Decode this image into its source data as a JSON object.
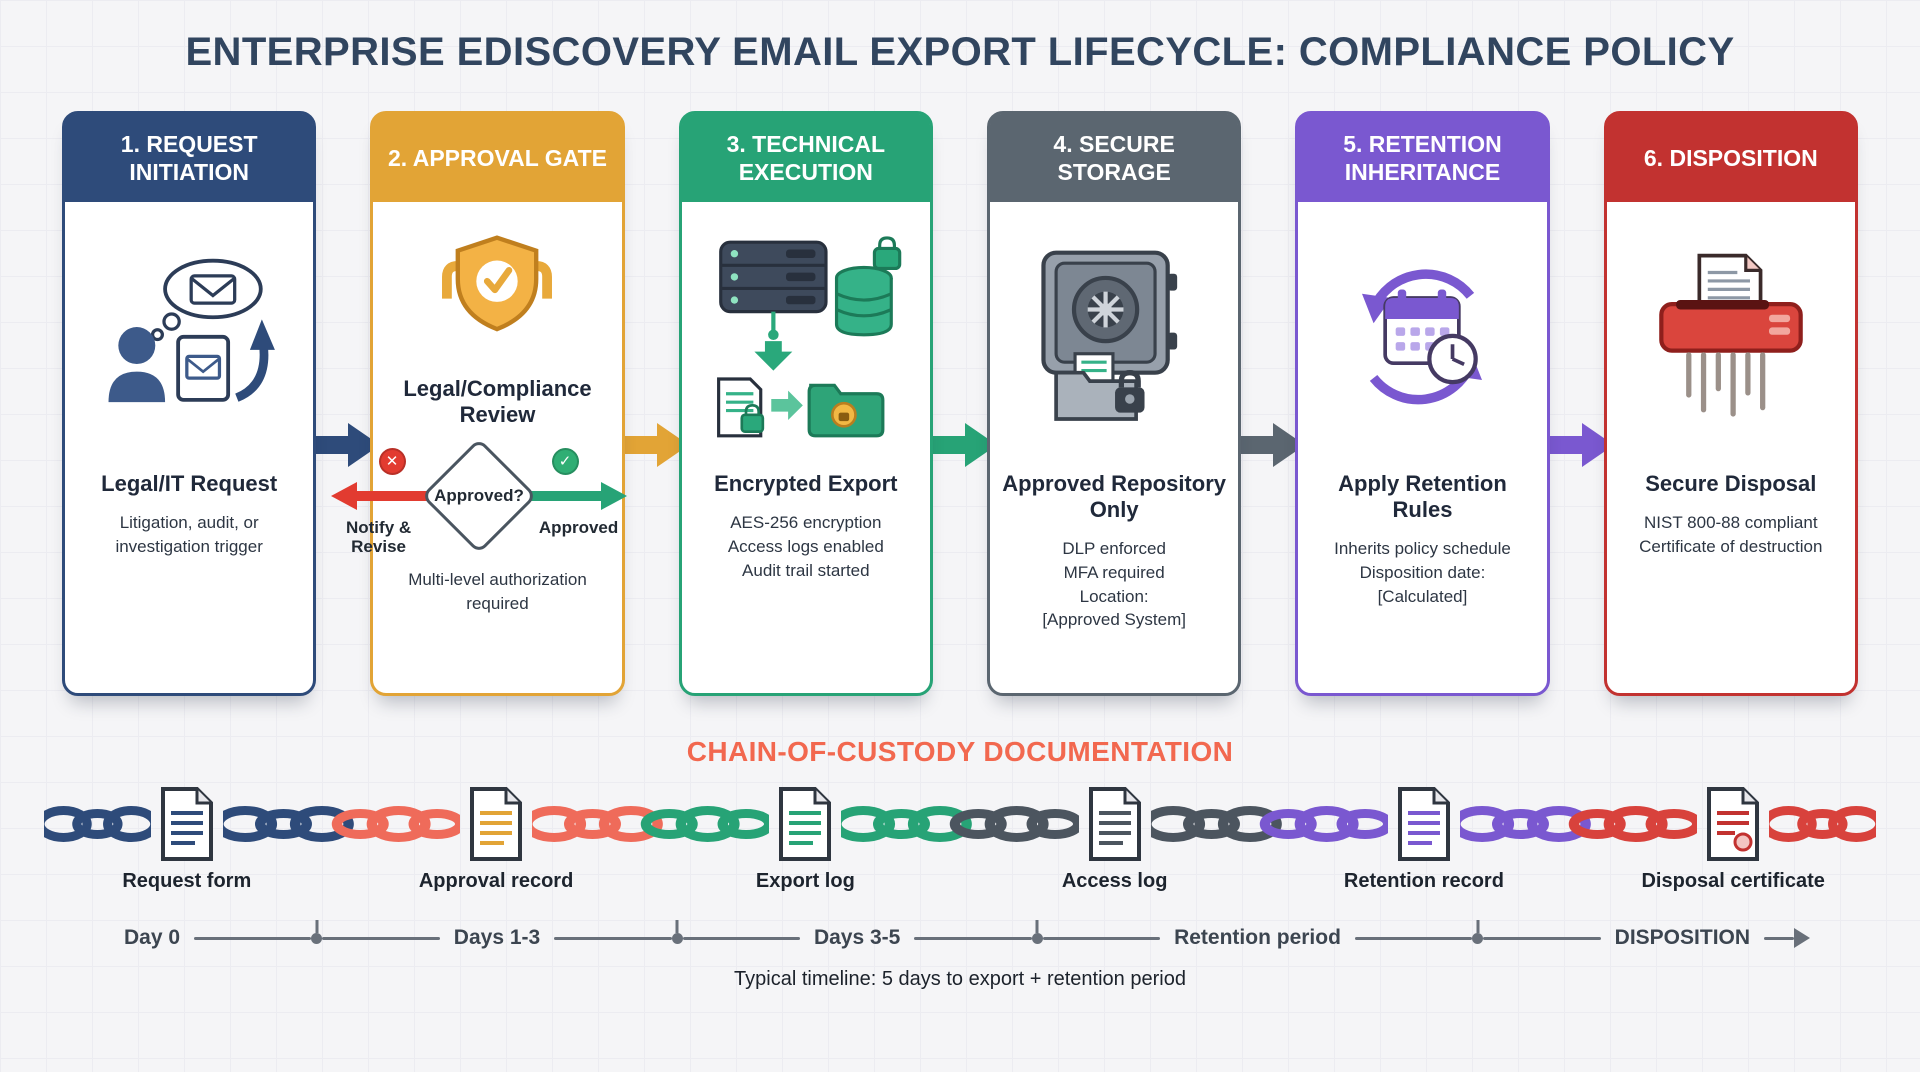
{
  "title": "ENTERPRISE EDISCOVERY EMAIL EXPORT LIFECYCLE: COMPLIANCE POLICY",
  "palette": {
    "background": "#f5f5f7",
    "title": "#31455f",
    "chain_title": "#f2684f",
    "timeline": "#69707a",
    "reject": "#e23b30",
    "approve": "#2fae74"
  },
  "icons": {
    "reject": "✕",
    "approve": "✓"
  },
  "stages": [
    {
      "header": "1. REQUEST INITIATION",
      "color": "#2e4b7a",
      "icon": "person-email-request-icon",
      "subtitle": "Legal/IT Request",
      "details": [
        "Litigation, audit, or investigation trigger"
      ]
    },
    {
      "header": "2. APPROVAL GATE",
      "color": "#e2a436",
      "icon": "shield-check-icon",
      "subtitle": "Legal/Compliance Review",
      "decision": {
        "question": "Approved?",
        "reject_label": "Notify & Revise",
        "approve_label": "Approved"
      },
      "details": [
        "Multi-level authorization required"
      ]
    },
    {
      "header": "3. TECHNICAL EXECUTION",
      "color": "#27a376",
      "icon": "server-encrypted-export-icon",
      "subtitle": "Encrypted Export",
      "details": [
        "AES-256 encryption",
        "Access logs enabled",
        "Audit trail started"
      ]
    },
    {
      "header": "4. SECURE STORAGE",
      "color": "#5b6670",
      "icon": "vault-icon",
      "subtitle": "Approved Repository Only",
      "details": [
        "DLP enforced",
        "MFA required",
        "Location:",
        "[Approved System]"
      ]
    },
    {
      "header": "5. RETENTION INHERITANCE",
      "color": "#7a58d0",
      "icon": "calendar-clock-cycle-icon",
      "subtitle": "Apply Retention Rules",
      "details": [
        "Inherits policy schedule",
        "Disposition date:",
        "[Calculated]"
      ]
    },
    {
      "header": "6. DISPOSITION",
      "color": "#c23230",
      "icon": "shredder-icon",
      "subtitle": "Secure Disposal",
      "details": [
        "NIST 800-88 compliant",
        "Certificate of destruction"
      ]
    }
  ],
  "chain": {
    "title": "CHAIN-OF-CUSTODY DOCUMENTATION",
    "docs": [
      {
        "label": "Request form",
        "icon": "document-icon",
        "color": "#2e4b7a"
      },
      {
        "label": "Approval record",
        "icon": "document-icon",
        "color": "#e2a436"
      },
      {
        "label": "Export log",
        "icon": "document-icon",
        "color": "#27a376"
      },
      {
        "label": "Access log",
        "icon": "document-icon",
        "color": "#4c555f"
      },
      {
        "label": "Retention record",
        "icon": "document-icon",
        "color": "#7a58d0"
      },
      {
        "label": "Disposal certificate",
        "icon": "document-seal-icon",
        "color": "#c23230"
      }
    ],
    "link_colors": [
      "#2e4b7a",
      "#ef6b5a",
      "#27a376",
      "#4c555f",
      "#7a58d0",
      "#d8423c"
    ]
  },
  "timeline": {
    "points": [
      "Day 0",
      "Days 1-3",
      "Days 3-5",
      "Retention period",
      "DISPOSITION"
    ],
    "caption": "Typical timeline: 5 days to export + retention period"
  }
}
